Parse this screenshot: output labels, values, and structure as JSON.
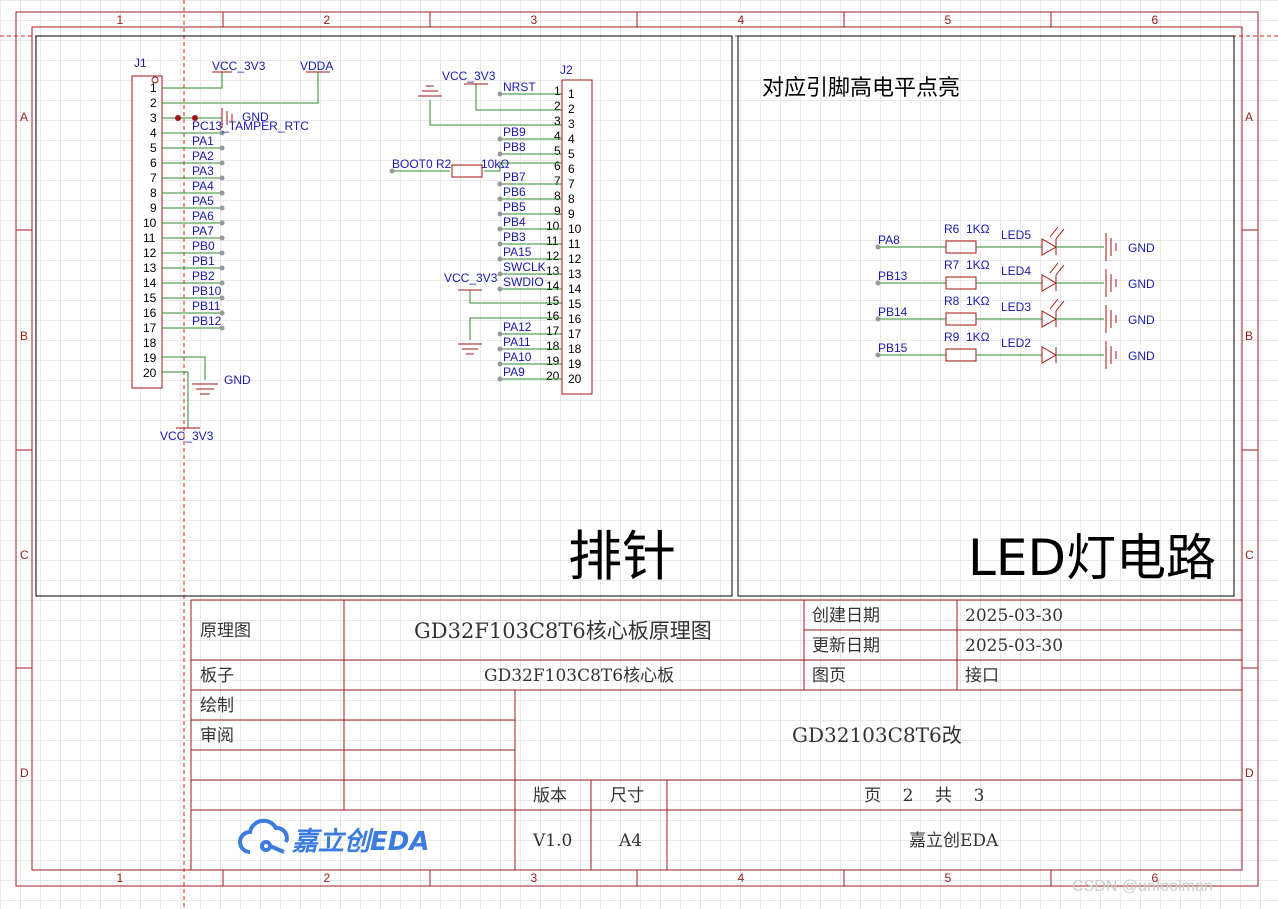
{
  "frame": {
    "col_labels": [
      "1",
      "2",
      "3",
      "4",
      "5",
      "6"
    ],
    "row_labels": [
      "A",
      "B",
      "C",
      "D"
    ]
  },
  "panels": {
    "left_title": "排针",
    "right_title": "LED灯电路",
    "right_note": "对应引脚高电平点亮"
  },
  "j1": {
    "ref": "J1",
    "pins": [
      "1",
      "2",
      "3",
      "4",
      "5",
      "6",
      "7",
      "8",
      "9",
      "10",
      "11",
      "12",
      "13",
      "14",
      "15",
      "16",
      "17",
      "18",
      "19",
      "20"
    ],
    "net_labels": [
      "PC13_TAMPER_RTC",
      "PA1",
      "PA2",
      "PA3",
      "PA4",
      "PA5",
      "PA6",
      "PA7",
      "PB0",
      "PB1",
      "PB2",
      "PB10",
      "PB11",
      "PB12"
    ],
    "vcc_top": "VCC_3V3",
    "vdda": "VDDA",
    "gnd_top": "GND",
    "gnd_bottom": "GND",
    "vcc_bottom": "VCC_3V3"
  },
  "j2": {
    "ref": "J2",
    "pins": [
      "1",
      "2",
      "3",
      "4",
      "5",
      "6",
      "7",
      "8",
      "9",
      "10",
      "11",
      "12",
      "13",
      "14",
      "15",
      "16",
      "17",
      "18",
      "19",
      "20"
    ],
    "net_labels": [
      "NRST",
      "PB9",
      "PB8",
      "PB7",
      "PB6",
      "PB5",
      "PB4",
      "PB3",
      "PA15",
      "SWCLK",
      "SWDIO",
      "PA12",
      "PA11",
      "PA10",
      "PA9"
    ],
    "vcc_top": "VCC_3V3",
    "vcc_mid": "VCC_3V3",
    "boot": "BOOT0",
    "r2_ref": "R2",
    "r2_val": "10kΩ"
  },
  "leds": [
    {
      "net": "PA8",
      "res": "R6",
      "val": "1KΩ",
      "led": "LED5",
      "gnd": "GND"
    },
    {
      "net": "PB13",
      "res": "R7",
      "val": "1KΩ",
      "led": "LED4",
      "gnd": "GND"
    },
    {
      "net": "PB14",
      "res": "R8",
      "val": "1KΩ",
      "led": "LED3",
      "gnd": "GND"
    },
    {
      "net": "PB15",
      "res": "R9",
      "val": "1KΩ",
      "led": "LED2",
      "gnd": "GND"
    }
  ],
  "title_block": {
    "label_schematic": "原理图",
    "schematic_name": "GD32F103C8T6核心板原理图",
    "label_created": "创建日期",
    "created": "2025-03-30",
    "label_updated": "更新日期",
    "updated": "2025-03-30",
    "label_board": "板子",
    "board_name": "GD32F103C8T6核心板",
    "label_page": "图页",
    "page_name": "接口",
    "label_drawn": "绘制",
    "label_review": "审阅",
    "description": "GD32103C8T6改",
    "label_version": "版本",
    "label_size": "尺寸",
    "page_info": "页    2    共    3",
    "version": "V1.0",
    "size": "A4",
    "company": "嘉立创EDA",
    "logo_text": "嘉立创EDA"
  },
  "watermark": "CSDN @unfoolman",
  "colors": {
    "border": "#9a1c1c",
    "wire": "#2e8b2e",
    "label": "#1a1aa8",
    "part": "#a01515"
  }
}
